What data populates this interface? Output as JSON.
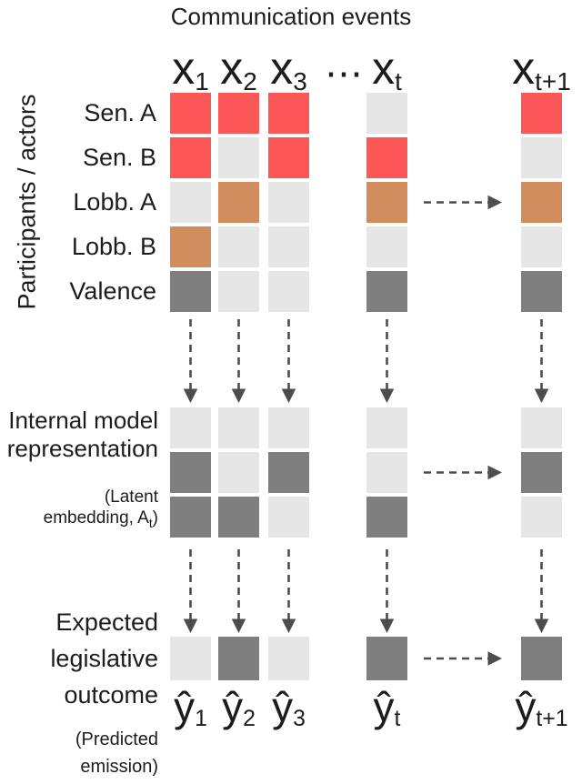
{
  "title": "Communication events",
  "palette": {
    "red": "#fb5757",
    "orange": "#d18d5d",
    "dark": "#7f7f7f",
    "light": "#e6e6e6",
    "arrow": "#4d4d4d"
  },
  "top": {
    "side_label": "Participants / actors",
    "rows": [
      "Sen. A",
      "Sen. B",
      "Lobb. A",
      "Lobb. B",
      "Valence"
    ],
    "ellipsis": "⋯",
    "columns": [
      {
        "base": "x",
        "sub": "1",
        "cells": [
          "red",
          "red",
          "light",
          "orange",
          "dark"
        ]
      },
      {
        "base": "x",
        "sub": "2",
        "cells": [
          "red",
          "light",
          "orange",
          "light",
          "light"
        ]
      },
      {
        "base": "x",
        "sub": "3",
        "cells": [
          "red",
          "red",
          "light",
          "light",
          "light"
        ]
      },
      {
        "base": "x",
        "sub": "t",
        "cells": [
          "light",
          "red",
          "orange",
          "light",
          "dark"
        ]
      },
      {
        "base": "x",
        "sub": "t+1",
        "cells": [
          "red",
          "light",
          "orange",
          "light",
          "dark"
        ]
      }
    ]
  },
  "middle": {
    "label_lines": [
      "Internal model",
      "representation"
    ],
    "sublabel_line1": "(Latent",
    "sublabel_pre": "embedding, A",
    "sublabel_sub": "t",
    "sublabel_post": ")",
    "columns": [
      {
        "cells": [
          "light",
          "dark",
          "dark"
        ]
      },
      {
        "cells": [
          "light",
          "light",
          "dark"
        ]
      },
      {
        "cells": [
          "light",
          "dark",
          "light"
        ]
      },
      {
        "cells": [
          "light",
          "light",
          "dark"
        ]
      },
      {
        "cells": [
          "light",
          "dark",
          "light"
        ]
      }
    ]
  },
  "bottom": {
    "label_lines": [
      "Expected",
      "legislative",
      "outcome"
    ],
    "sublabel_lines": [
      "(Predicted",
      "emission)"
    ],
    "columns": [
      {
        "base": "ŷ",
        "sub": "1",
        "cell": "light"
      },
      {
        "base": "ŷ",
        "sub": "2",
        "cell": "dark"
      },
      {
        "base": "ŷ",
        "sub": "3",
        "cell": "light"
      },
      {
        "base": "ŷ",
        "sub": "t",
        "cell": "dark"
      },
      {
        "base": "ŷ",
        "sub": "t+1",
        "cell": "dark"
      }
    ]
  }
}
